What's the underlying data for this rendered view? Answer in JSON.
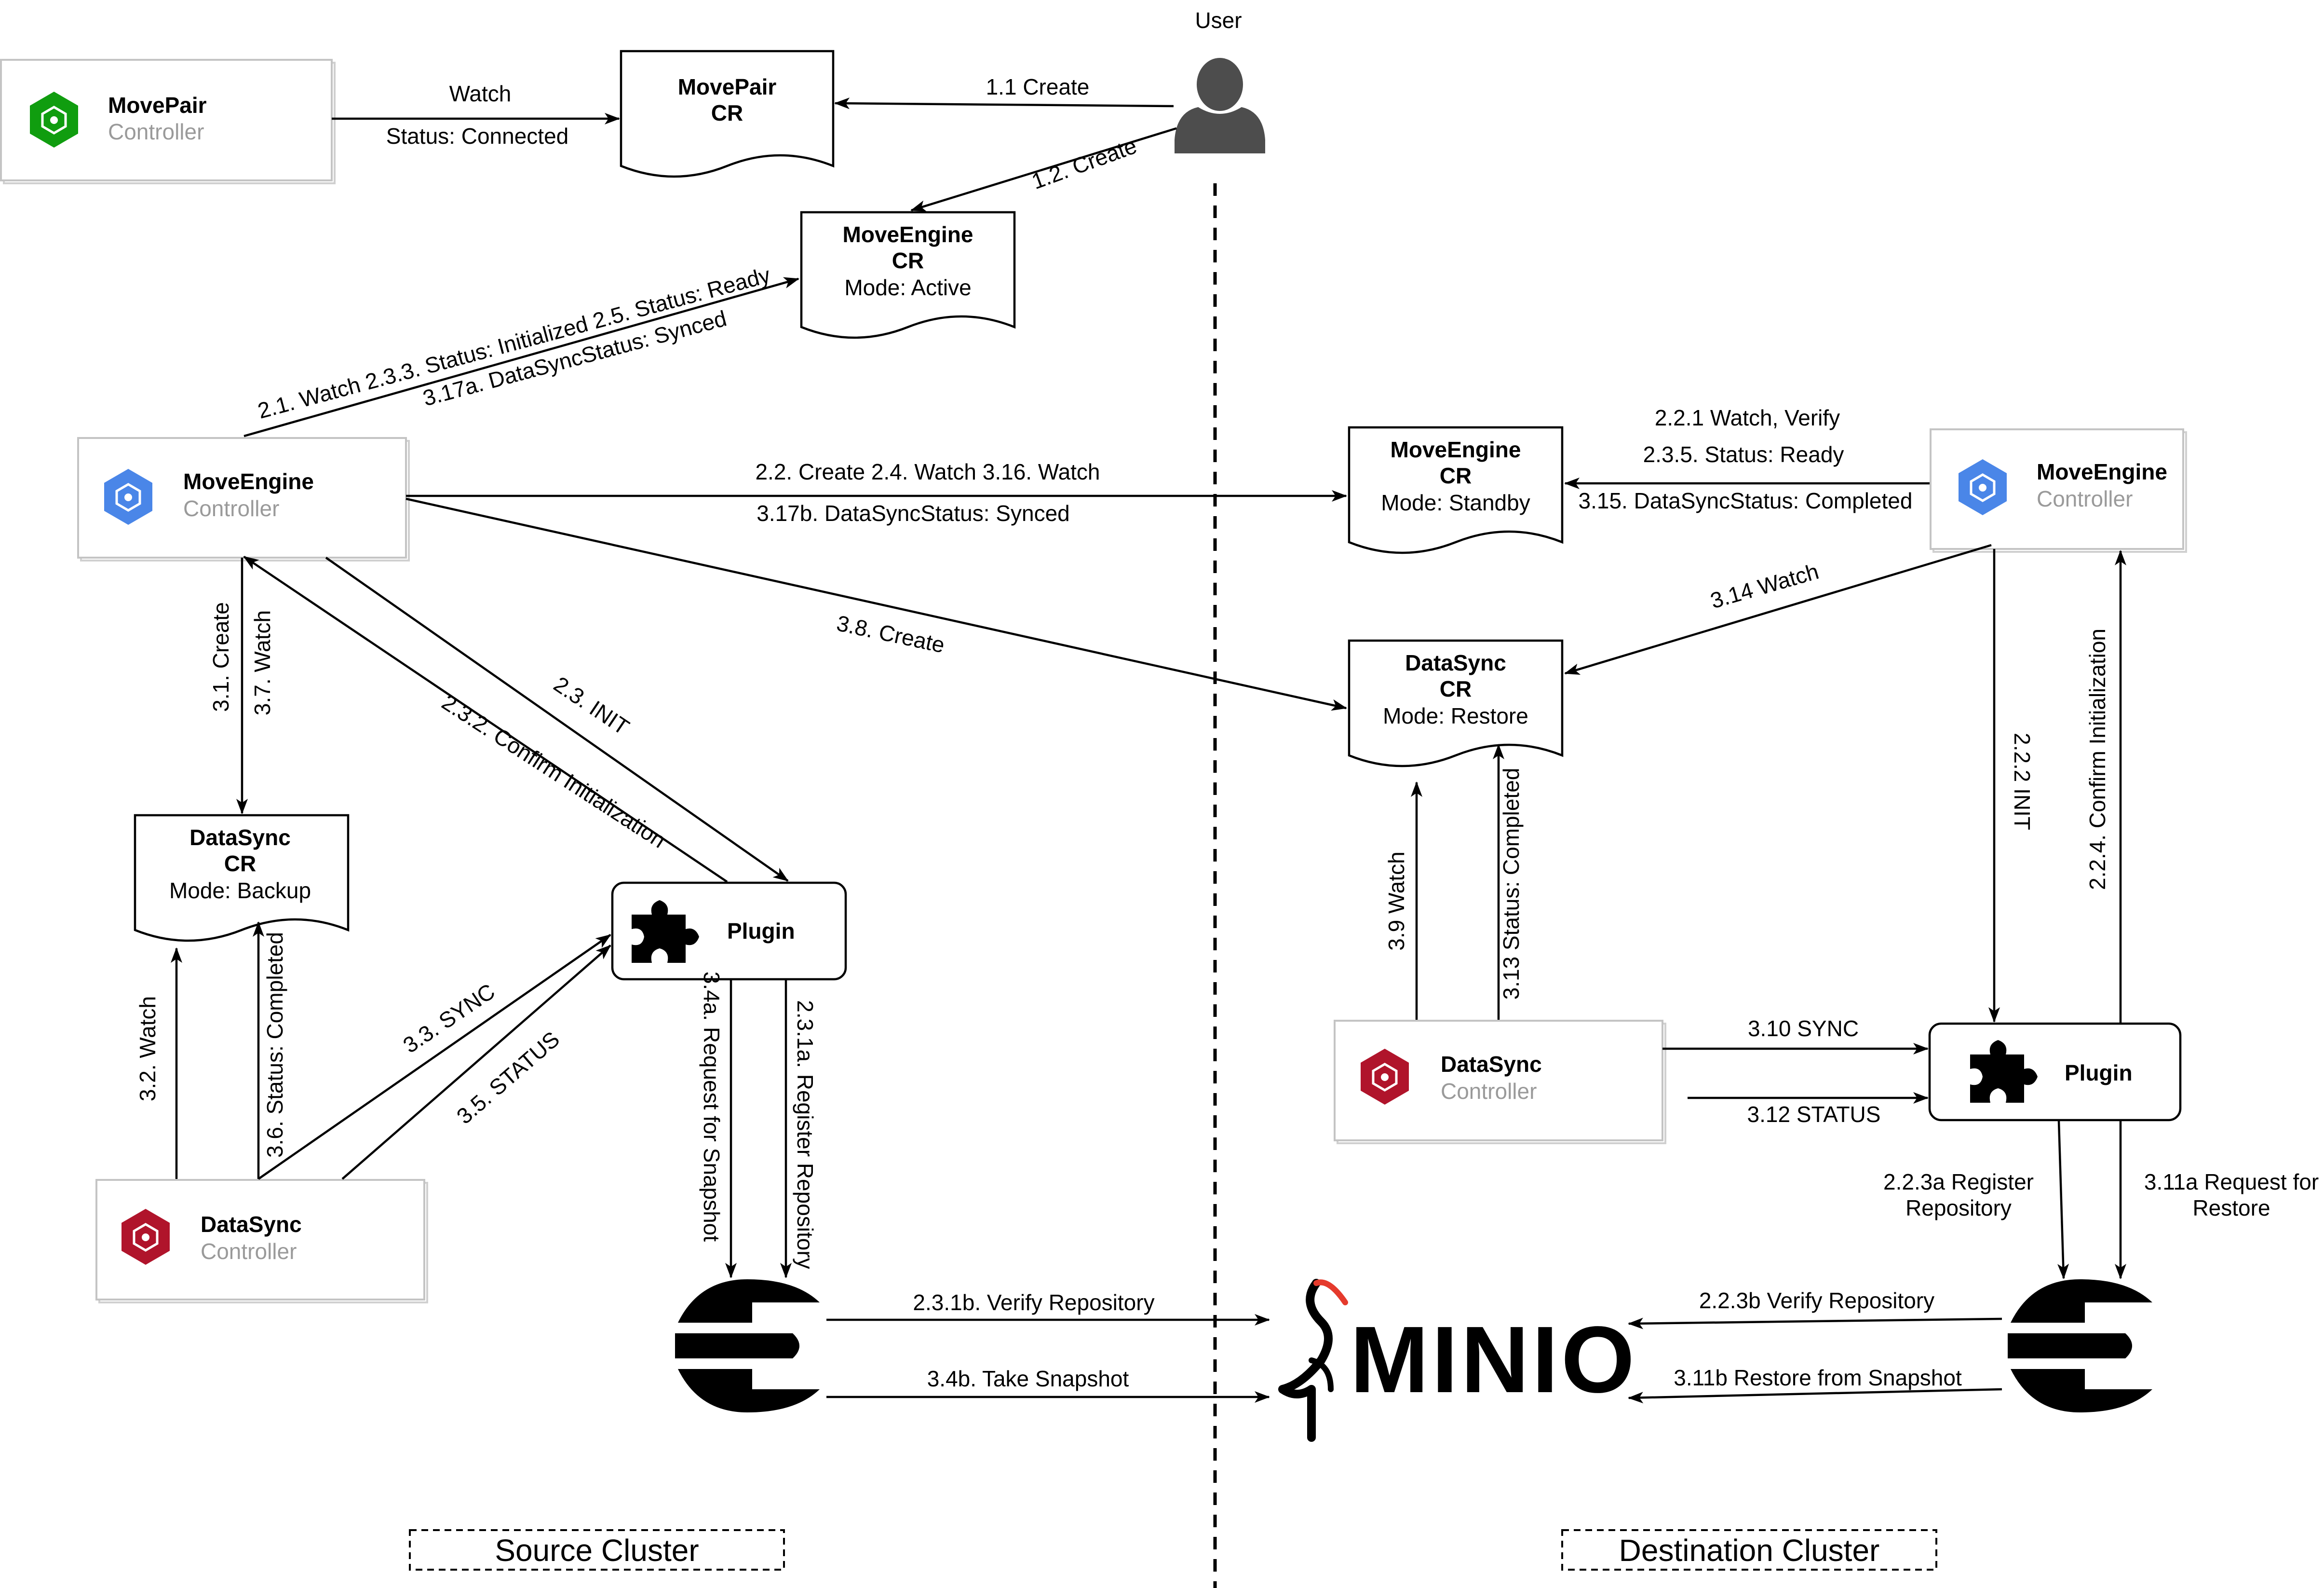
{
  "user": {
    "label": "User"
  },
  "controllers": {
    "movepair": {
      "name": "MovePair",
      "sub": "Controller",
      "color": "#109d0f"
    },
    "moveengine_src": {
      "name": "MoveEngine",
      "sub": "Controller",
      "color": "#4a86e8"
    },
    "datasync_src": {
      "name": "DataSync",
      "sub": "Controller",
      "color": "#b0142b"
    },
    "moveengine_dst": {
      "name": "MoveEngine",
      "sub": "Controller",
      "color": "#4a86e8"
    },
    "datasync_dst": {
      "name": "DataSync",
      "sub": "Controller",
      "color": "#b0142b"
    }
  },
  "docs": {
    "movepair_cr": {
      "line1": "MovePair",
      "line2": "CR"
    },
    "moveengine_cr_src": {
      "line1": "MoveEngine",
      "line2": "CR",
      "line3": "Mode: Active"
    },
    "datasync_cr_src": {
      "line1": "DataSync",
      "line2": "CR",
      "line3": "Mode: Backup"
    },
    "moveengine_cr_dst": {
      "line1": "MoveEngine",
      "line2": "CR",
      "line3": "Mode: Standby"
    },
    "datasync_cr_dst": {
      "line1": "DataSync",
      "line2": "CR",
      "line3": "Mode: Restore"
    }
  },
  "plugins": {
    "src": {
      "label": "Plugin"
    },
    "dst": {
      "label": "Plugin"
    }
  },
  "minio": {
    "label": "MINIO"
  },
  "edges": {
    "watch": "Watch",
    "status_connected": "Status: Connected",
    "create_1_1": "1.1 Create",
    "create_1_2": "1.2. Create",
    "me_watch_a": "2.1. Watch 2.3.3. Status: Initialized  2.5. Status: Ready",
    "me_watch_b": "3.17a. DataSyncStatus: Synced",
    "me_create_top": "2.2. Create  2.4. Watch  3.16. Watch",
    "me_create_bot": "3.17b. DataSyncStatus: Synced",
    "create_3_8": "3.8. Create",
    "create_3_1": "3.1. Create",
    "watch_3_7": "3.7. Watch",
    "confirm_init": "2.3.2. Confirm Initialization",
    "init_2_3": "2.3. INIT",
    "watch_3_2": "3.2. Watch",
    "status_completed_3_6": "3.6. Status: Completed",
    "sync_3_3": "3.3. SYNC",
    "status_3_5": "3.5. STATUS",
    "request_snapshot": "3.4a. Request for Snapshot",
    "register_repo": "2.3.1a. Register Repository",
    "verify_repo_src": "2.3.1b. Verify Repository",
    "take_snapshot": "3.4b. Take Snapshot",
    "dst_watch_verify": "2.2.1 Watch, Verify",
    "dst_status_ready": "2.3.5. Status: Ready",
    "dst_sync_completed": "3.15. DataSyncStatus: Completed",
    "watch_3_14": "3.14 Watch",
    "init_2_2_2": "2.2.2 INIT",
    "confirm_init_2_2_4": "2.2.4. Confirm Initialization",
    "watch_3_9": "3.9 Watch",
    "status_completed_3_13": "3.13 Status: Completed",
    "sync_3_10": "3.10 SYNC",
    "status_3_12": "3.12 STATUS",
    "register_repo_dst_a": "2.2.3a Register",
    "register_repo_dst_b": "Repository",
    "request_restore_a": "3.11a Request for",
    "request_restore_b": "Restore",
    "verify_repo_dst": "2.2.3b Verify Repository",
    "restore_snapshot": "3.11b Restore from Snapshot"
  },
  "clusters": {
    "source": "Source Cluster",
    "destination": "Destination Cluster"
  }
}
